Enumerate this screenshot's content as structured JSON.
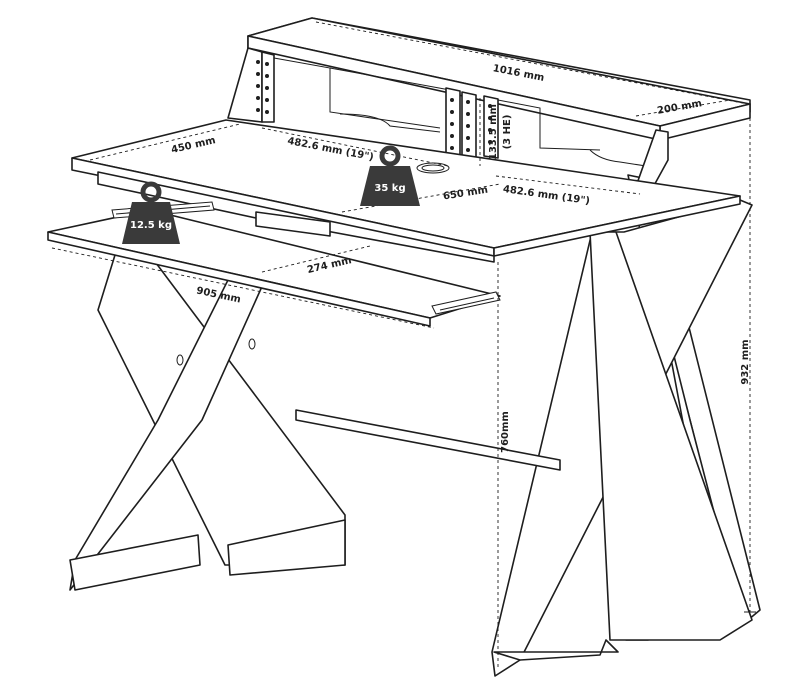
{
  "dimensions": {
    "shelf_width": "1016 mm",
    "shelf_depth": "200 mm",
    "rack_height": "133.5 mm",
    "rack_units": "(3 HE)",
    "desk_depth": "450 mm",
    "rack_width_left": "482.6 mm (19\")",
    "rack_width_right": "482.6 mm (19\")",
    "desk_inner": "650 mm",
    "tray_depth": "274 mm",
    "tray_width": "905 mm",
    "total_height": "932 mm",
    "desk_height": "760mm"
  },
  "weights": {
    "top_load": "35 kg",
    "tray_load": "12.5 kg"
  }
}
